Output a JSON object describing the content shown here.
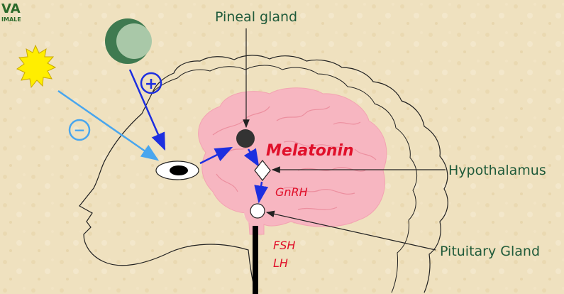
{
  "logo": {
    "top": "VA",
    "bottom": "IMALE"
  },
  "labels": {
    "pineal_gland": "Pineal gland",
    "melatonin": "Melatonin",
    "hypothalamus": "Hypothalamus",
    "gnrh": "GnRH",
    "pituitary_gland": "Pituitary Gland",
    "fsh": "FSH",
    "lh": "LH"
  },
  "signs": {
    "plus": "+",
    "minus": "−"
  },
  "colors": {
    "background": "#efe1bf",
    "brain": "#f7b6c1",
    "label_green": "#1f5a3a",
    "label_red": "#e0102a",
    "arrow_blue": "#1d2fe0",
    "arrow_light_blue": "#49a6ee",
    "sun": "#ffee00",
    "moon": "#4d8c63"
  },
  "icons": [
    "sun-icon",
    "moon-icon"
  ]
}
